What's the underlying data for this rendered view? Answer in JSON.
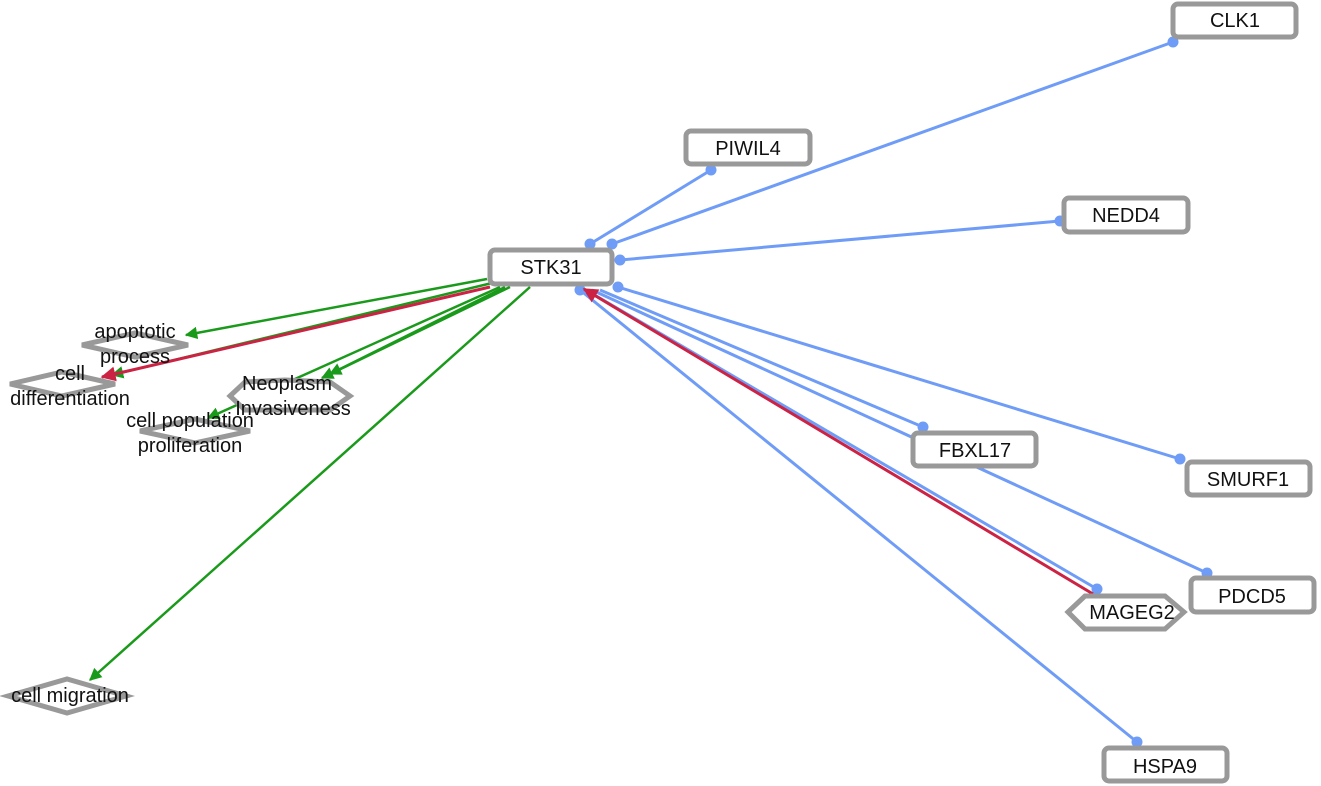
{
  "colors": {
    "interaction": "#6f9cf7",
    "positive": "#1a9a1a",
    "negative": "#cc2244",
    "node_border": "#999999"
  },
  "nodes": {
    "stk31": "STK31",
    "clk1": "CLK1",
    "piwil4": "PIWIL4",
    "nedd4": "NEDD4",
    "fbxl17": "FBXL17",
    "smurf1": "SMURF1",
    "pdcd5": "PDCD5",
    "mageg2": "MAGEG2",
    "hspa9": "HSPA9",
    "apoptotic": [
      "apoptotic",
      "process"
    ],
    "celldiff": [
      "cell",
      "differentiation"
    ],
    "neoplasm": [
      "Neoplasm",
      "Invasiveness"
    ],
    "cellpop": [
      "cell population",
      "proliferation"
    ],
    "migration": "cell migration"
  }
}
